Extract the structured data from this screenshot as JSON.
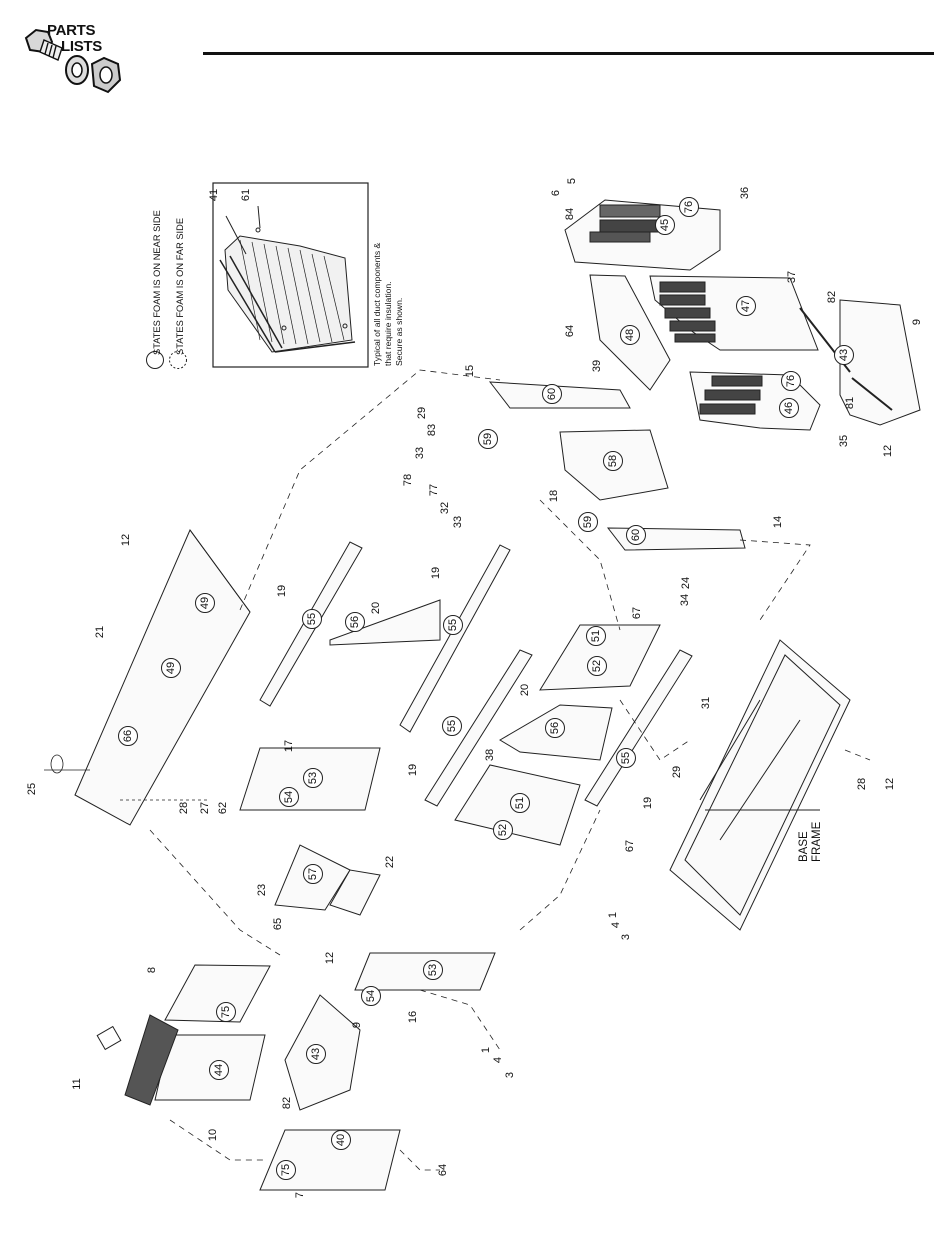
{
  "header": {
    "logo_word_1": "PARTS",
    "logo_word_2": "LISTS"
  },
  "legend": {
    "near_side": "STATES FOAM IS ON NEAR SIDE",
    "far_side": "STATES FOAM IS ON FAR SIDE"
  },
  "inset_note": {
    "line_1": "Typical of all duct components &",
    "line_2": "that require insulation.",
    "line_3": "Secure as shown."
  },
  "base_frame": {
    "line_1": "BASE",
    "line_2": "FRAME"
  },
  "callouts": [
    {
      "num": "41",
      "circled": false
    },
    {
      "num": "61",
      "circled": false
    },
    {
      "num": "5",
      "circled": false
    },
    {
      "num": "6",
      "circled": false
    },
    {
      "num": "84",
      "circled": false
    },
    {
      "num": "36",
      "circled": false
    },
    {
      "num": "76",
      "circled": true
    },
    {
      "num": "45",
      "circled": true
    },
    {
      "num": "37",
      "circled": false
    },
    {
      "num": "47",
      "circled": true
    },
    {
      "num": "82",
      "circled": false
    },
    {
      "num": "9",
      "circled": false
    },
    {
      "num": "43",
      "circled": true
    },
    {
      "num": "81",
      "circled": false
    },
    {
      "num": "12",
      "circled": false
    },
    {
      "num": "35",
      "circled": false
    },
    {
      "num": "76",
      "circled": true
    },
    {
      "num": "46",
      "circled": true
    },
    {
      "num": "64",
      "circled": false
    },
    {
      "num": "39",
      "circled": false
    },
    {
      "num": "48",
      "circled": true
    },
    {
      "num": "15",
      "circled": false
    },
    {
      "num": "60",
      "circled": true
    },
    {
      "num": "59",
      "circled": true
    },
    {
      "num": "29",
      "circled": false
    },
    {
      "num": "83",
      "circled": false
    },
    {
      "num": "33",
      "circled": false
    },
    {
      "num": "78",
      "circled": false
    },
    {
      "num": "77",
      "circled": false
    },
    {
      "num": "32",
      "circled": false
    },
    {
      "num": "33",
      "circled": false
    },
    {
      "num": "58",
      "circled": true
    },
    {
      "num": "18",
      "circled": false
    },
    {
      "num": "59",
      "circled": true
    },
    {
      "num": "60",
      "circled": true
    },
    {
      "num": "14",
      "circled": false
    },
    {
      "num": "24",
      "circled": false
    },
    {
      "num": "34",
      "circled": false
    },
    {
      "num": "12",
      "circled": false
    },
    {
      "num": "21",
      "circled": false
    },
    {
      "num": "49",
      "circled": true
    },
    {
      "num": "49",
      "circled": true
    },
    {
      "num": "66",
      "circled": true
    },
    {
      "num": "19",
      "circled": false
    },
    {
      "num": "55",
      "circled": true
    },
    {
      "num": "20",
      "circled": false
    },
    {
      "num": "56",
      "circled": true
    },
    {
      "num": "19",
      "circled": false
    },
    {
      "num": "55",
      "circled": true
    },
    {
      "num": "67",
      "circled": false
    },
    {
      "num": "51",
      "circled": true
    },
    {
      "num": "52",
      "circled": true
    },
    {
      "num": "25",
      "circled": false
    },
    {
      "num": "28",
      "circled": false
    },
    {
      "num": "27",
      "circled": false
    },
    {
      "num": "62",
      "circled": false
    },
    {
      "num": "17",
      "circled": false
    },
    {
      "num": "53",
      "circled": true
    },
    {
      "num": "54",
      "circled": true
    },
    {
      "num": "55",
      "circled": true
    },
    {
      "num": "19",
      "circled": false
    },
    {
      "num": "20",
      "circled": false
    },
    {
      "num": "56",
      "circled": true
    },
    {
      "num": "38",
      "circled": false
    },
    {
      "num": "51",
      "circled": true
    },
    {
      "num": "52",
      "circled": true
    },
    {
      "num": "67",
      "circled": false
    },
    {
      "num": "55",
      "circled": true
    },
    {
      "num": "19",
      "circled": false
    },
    {
      "num": "31",
      "circled": false
    },
    {
      "num": "29",
      "circled": false
    },
    {
      "num": "28",
      "circled": false
    },
    {
      "num": "12",
      "circled": false
    },
    {
      "num": "23",
      "circled": false
    },
    {
      "num": "57",
      "circled": true
    },
    {
      "num": "22",
      "circled": false
    },
    {
      "num": "65",
      "circled": false
    },
    {
      "num": "12",
      "circled": false
    },
    {
      "num": "1",
      "circled": false
    },
    {
      "num": "4",
      "circled": false
    },
    {
      "num": "3",
      "circled": false
    },
    {
      "num": "8",
      "circled": false
    },
    {
      "num": "75",
      "circled": true
    },
    {
      "num": "53",
      "circled": true
    },
    {
      "num": "54",
      "circled": true
    },
    {
      "num": "16",
      "circled": false
    },
    {
      "num": "11",
      "circled": false
    },
    {
      "num": "44",
      "circled": true
    },
    {
      "num": "43",
      "circled": true
    },
    {
      "num": "9",
      "circled": false
    },
    {
      "num": "1",
      "circled": false
    },
    {
      "num": "4",
      "circled": false
    },
    {
      "num": "3",
      "circled": false
    },
    {
      "num": "10",
      "circled": false
    },
    {
      "num": "82",
      "circled": false
    },
    {
      "num": "40",
      "circled": true
    },
    {
      "num": "75",
      "circled": true
    },
    {
      "num": "7",
      "circled": false
    },
    {
      "num": "64",
      "circled": false
    }
  ]
}
